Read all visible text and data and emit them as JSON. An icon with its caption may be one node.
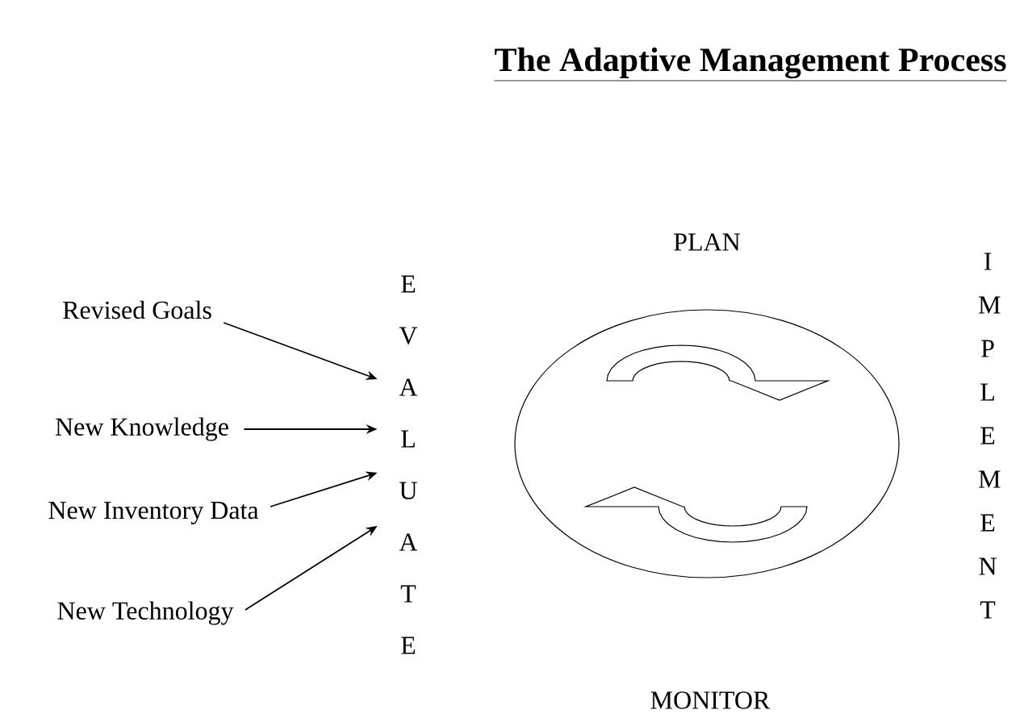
{
  "diagram": {
    "title": "The Adaptive Management Process",
    "nodes": [
      {
        "text": [
          "Revised Goals"
        ]
      },
      {
        "text": [
          "New Knowledge"
        ]
      },
      {
        "text": [
          "New Inventory Data"
        ]
      },
      {
        "text": [
          "New Technology"
        ]
      },
      {
        "text": [
          "E V A L U A T E"
        ]
      }
    ],
    "edges": [
      {
        "from": 0,
        "to": 4,
        "arrow": "to"
      },
      {
        "from": 1,
        "to": 4,
        "arrow": "to"
      },
      {
        "from": 2,
        "to": 4,
        "arrow": "to"
      },
      {
        "from": 3,
        "to": 4,
        "arrow": "to"
      }
    ],
    "labels": [
      "PLAN",
      "I M P L E M E N T",
      "MONITOR"
    ]
  }
}
